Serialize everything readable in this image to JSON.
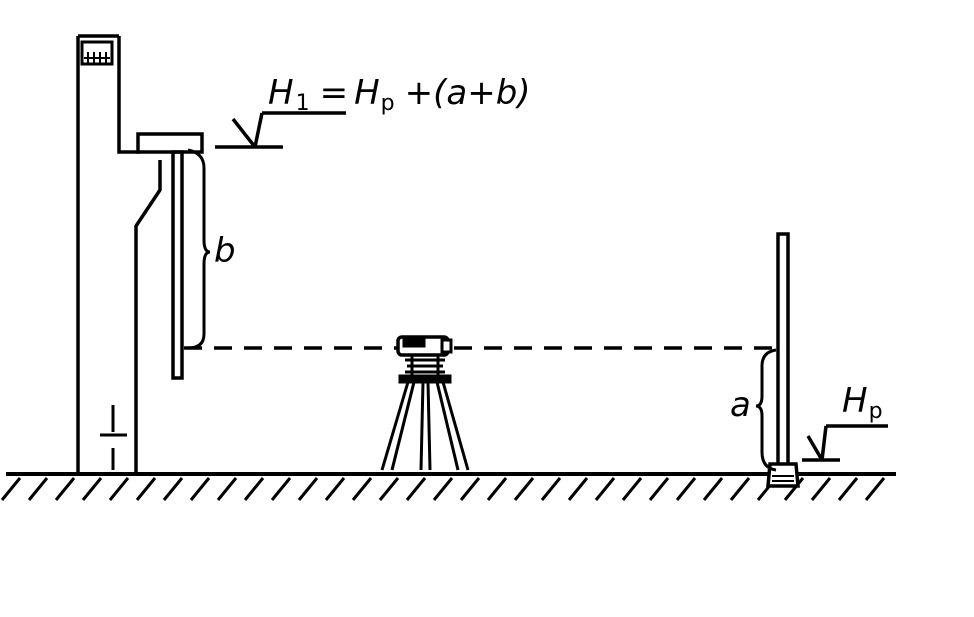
{
  "labels": {
    "formula": {
      "h1_main": "H",
      "h1_sub": "1",
      "equals": "=",
      "hp_main": "H",
      "hp_sub": "p",
      "rest": "+(a+b)"
    },
    "b": "b",
    "a": "a",
    "hp_right": {
      "main": "H",
      "sub": "p"
    }
  },
  "colors": {
    "ink": "#000000",
    "background": "#ffffff"
  }
}
